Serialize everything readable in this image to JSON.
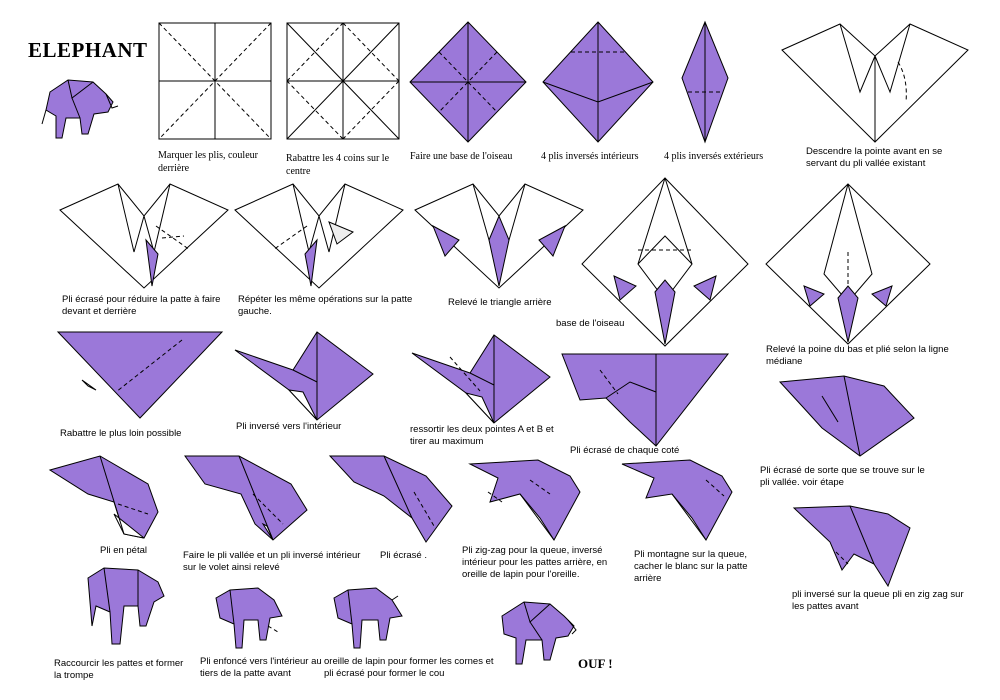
{
  "title": "ELEPHANT",
  "colors": {
    "paper_purple": "#9b78d9",
    "line": "#000000",
    "background": "#ffffff"
  },
  "steps": [
    {
      "id": "s1",
      "caption": "Marquer les plis, couleur derrière"
    },
    {
      "id": "s2",
      "caption": "Rabattre les 4 coins sur le centre"
    },
    {
      "id": "s3",
      "caption": "Faire une base de l'oiseau"
    },
    {
      "id": "s4",
      "caption": "4 plis inversés intérieurs"
    },
    {
      "id": "s5",
      "caption": "4 plis inversés extérieurs"
    },
    {
      "id": "s6",
      "caption": "Descendre la pointe avant en se servant du pli vallée existant"
    },
    {
      "id": "s7",
      "caption": "Pli écrasé pour réduire la patte à faire devant et derrière"
    },
    {
      "id": "s8",
      "caption": "Répéter les même opérations sur la patte gauche."
    },
    {
      "id": "s9",
      "caption": "Relevé le triangle arrière"
    },
    {
      "id": "s10",
      "caption": "base de l'oiseau"
    },
    {
      "id": "s11",
      "caption": "Relevé la poine du bas et plié selon la ligne médiane"
    },
    {
      "id": "s12",
      "caption": "Rabattre le plus loin possible"
    },
    {
      "id": "s13",
      "caption": "Pli inversé vers l'intérieur"
    },
    {
      "id": "s14",
      "caption": "ressortir les deux pointes A et B  et tirer au maximum"
    },
    {
      "id": "s15",
      "caption": "Pli écrasé de chaque coté"
    },
    {
      "id": "s16",
      "caption": "Pli écrasé de sorte que se trouve sur le pli vallée. voir étape"
    },
    {
      "id": "s17",
      "caption": "Pli en pétal"
    },
    {
      "id": "s18",
      "caption": "Faire le pli vallée et un pli inversé intérieur sur le volet ainsi relevé"
    },
    {
      "id": "s19",
      "caption": "Pli écrasé ."
    },
    {
      "id": "s20",
      "caption": "Pli zig-zag pour la queue, inversé intérieur pour les pattes arrière, en oreille de lapin pour l'oreille."
    },
    {
      "id": "s21",
      "caption": "Pli montagne sur la queue, cacher le blanc sur la patte arrière"
    },
    {
      "id": "s22",
      "caption": "pli inversé sur la queue  pli en zig zag sur les pattes avant"
    },
    {
      "id": "s23",
      "caption": "Raccourcir les pattes et former la trompe"
    },
    {
      "id": "s24",
      "caption": "Pli enfoncé vers l'intérieur au tiers de la patte avant"
    },
    {
      "id": "s25",
      "caption": "oreille de lapin pour former les cornes et pli écrasé pour former le cou"
    }
  ],
  "final_label": "OUF !"
}
